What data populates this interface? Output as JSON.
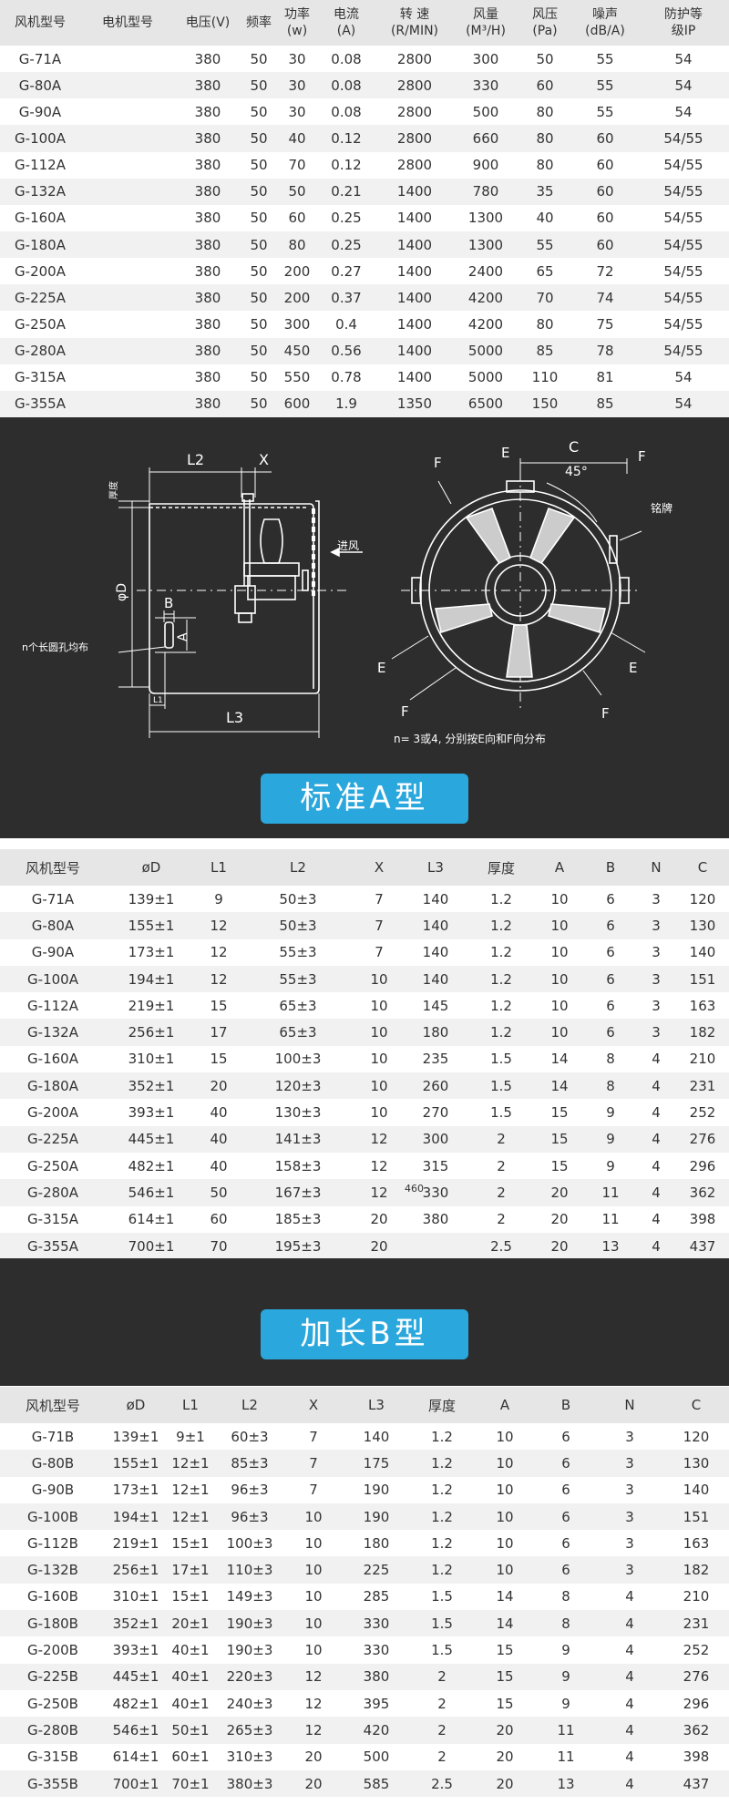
{
  "spec_table": {
    "headers": [
      [
        "风机型号",
        ""
      ],
      [
        "电机型号",
        ""
      ],
      [
        "电压(V)",
        ""
      ],
      [
        "频率",
        ""
      ],
      [
        "功率",
        "(w)"
      ],
      [
        "电流",
        "(A)"
      ],
      [
        "转 速",
        "(R/MIN)"
      ],
      [
        "风量",
        "(M³/H)"
      ],
      [
        "风压",
        "(Pa)"
      ],
      [
        "噪声",
        "(dB/A)"
      ],
      [
        "防护等",
        "级IP"
      ]
    ],
    "rows": [
      [
        "G-71A",
        "",
        "380",
        "50",
        "30",
        "0.08",
        "2800",
        "300",
        "50",
        "55",
        "54"
      ],
      [
        "G-80A",
        "",
        "380",
        "50",
        "30",
        "0.08",
        "2800",
        "330",
        "60",
        "55",
        "54"
      ],
      [
        "G-90A",
        "",
        "380",
        "50",
        "30",
        "0.08",
        "2800",
        "500",
        "80",
        "55",
        "54"
      ],
      [
        "G-100A",
        "",
        "380",
        "50",
        "40",
        "0.12",
        "2800",
        "660",
        "80",
        "60",
        "54/55"
      ],
      [
        "G-112A",
        "",
        "380",
        "50",
        "70",
        "0.12",
        "2800",
        "900",
        "80",
        "60",
        "54/55"
      ],
      [
        "G-132A",
        "",
        "380",
        "50",
        "50",
        "0.21",
        "1400",
        "780",
        "35",
        "60",
        "54/55"
      ],
      [
        "G-160A",
        "",
        "380",
        "50",
        "60",
        "0.25",
        "1400",
        "1300",
        "40",
        "60",
        "54/55"
      ],
      [
        "G-180A",
        "",
        "380",
        "50",
        "80",
        "0.25",
        "1400",
        "1300",
        "55",
        "60",
        "54/55"
      ],
      [
        "G-200A",
        "",
        "380",
        "50",
        "200",
        "0.27",
        "1400",
        "2400",
        "65",
        "72",
        "54/55"
      ],
      [
        "G-225A",
        "",
        "380",
        "50",
        "200",
        "0.37",
        "1400",
        "4200",
        "70",
        "74",
        "54/55"
      ],
      [
        "G-250A",
        "",
        "380",
        "50",
        "300",
        "0.4",
        "1400",
        "4200",
        "80",
        "75",
        "54/55"
      ],
      [
        "G-280A",
        "",
        "380",
        "50",
        "450",
        "0.56",
        "1400",
        "5000",
        "85",
        "78",
        "54/55"
      ],
      [
        "G-315A",
        "",
        "380",
        "50",
        "550",
        "0.78",
        "1400",
        "5000",
        "110",
        "81",
        "54"
      ],
      [
        "G-355A",
        "",
        "380",
        "50",
        "600",
        "1.9",
        "1350",
        "6500",
        "150",
        "85",
        "54"
      ]
    ]
  },
  "diagram": {
    "thickness": "厚度",
    "L2": "L2",
    "X": "X",
    "inlet": "进风",
    "phiD": "φD",
    "B": "B",
    "A": "A",
    "holes_note": "n个长圆孔均布",
    "L1": "L1",
    "L3": "L3",
    "E": "E",
    "C": "C",
    "F": "F",
    "angle": "45°",
    "nameplate": "铭牌",
    "dist_note": "n= 3或4,  分别按E向和F向分布"
  },
  "banner_a": "标准A型",
  "banner_b": "加长B型",
  "table_a": {
    "headers": [
      "风机型号",
      "øD",
      "L1",
      "L2",
      "X",
      "L3",
      "厚度",
      "A",
      "B",
      "N",
      "C"
    ],
    "rows": [
      [
        "G-71A",
        "139±1",
        "9",
        "50±3",
        "7",
        "140",
        "1.2",
        "10",
        "6",
        "3",
        "120"
      ],
      [
        "G-80A",
        "155±1",
        "12",
        "50±3",
        "7",
        "140",
        "1.2",
        "10",
        "6",
        "3",
        "130"
      ],
      [
        "G-90A",
        "173±1",
        "12",
        "55±3",
        "7",
        "140",
        "1.2",
        "10",
        "6",
        "3",
        "140"
      ],
      [
        "G-100A",
        "194±1",
        "12",
        "55±3",
        "10",
        "140",
        "1.2",
        "10",
        "6",
        "3",
        "151"
      ],
      [
        "G-112A",
        "219±1",
        "15",
        "65±3",
        "10",
        "145",
        "1.2",
        "10",
        "6",
        "3",
        "163"
      ],
      [
        "G-132A",
        "256±1",
        "17",
        "65±3",
        "10",
        "180",
        "1.2",
        "10",
        "6",
        "3",
        "182"
      ],
      [
        "G-160A",
        "310±1",
        "15",
        "100±3",
        "10",
        "235",
        "1.5",
        "14",
        "8",
        "4",
        "210"
      ],
      [
        "G-180A",
        "352±1",
        "20",
        "120±3",
        "10",
        "260",
        "1.5",
        "14",
        "8",
        "4",
        "231"
      ],
      [
        "G-200A",
        "393±1",
        "40",
        "130±3",
        "10",
        "270",
        "1.5",
        "15",
        "9",
        "4",
        "252"
      ],
      [
        "G-225A",
        "445±1",
        "40",
        "141±3",
        "12",
        "300",
        "2",
        "15",
        "9",
        "4",
        "276"
      ],
      [
        "G-250A",
        "482±1",
        "40",
        "158±3",
        "12",
        "315",
        "2",
        "15",
        "9",
        "4",
        "296"
      ],
      [
        "G-280A",
        "546±1",
        "50",
        "167±3",
        "12",
        "330",
        "2",
        "20",
        "11",
        "4",
        "362"
      ],
      [
        "G-315A",
        "614±1",
        "60",
        "185±3",
        "20",
        "380",
        "2",
        "20",
        "11",
        "4",
        "398"
      ],
      [
        "G-355A",
        "700±1",
        "70",
        "195±3",
        "20",
        "",
        "2.5",
        "20",
        "13",
        "4",
        "437"
      ]
    ],
    "overlay_note": "460"
  },
  "table_b": {
    "headers": [
      "风机型号",
      "øD",
      "L1",
      "L2",
      "X",
      "L3",
      "厚度",
      "A",
      "B",
      "N",
      "C"
    ],
    "rows": [
      [
        "G-71B",
        "139±1",
        "9±1",
        "60±3",
        "7",
        "140",
        "1.2",
        "10",
        "6",
        "3",
        "120"
      ],
      [
        "G-80B",
        "155±1",
        "12±1",
        "85±3",
        "7",
        "175",
        "1.2",
        "10",
        "6",
        "3",
        "130"
      ],
      [
        "G-90B",
        "173±1",
        "12±1",
        "96±3",
        "7",
        "190",
        "1.2",
        "10",
        "6",
        "3",
        "140"
      ],
      [
        "G-100B",
        "194±1",
        "12±1",
        "96±3",
        "10",
        "190",
        "1.2",
        "10",
        "6",
        "3",
        "151"
      ],
      [
        "G-112B",
        "219±1",
        "15±1",
        "100±3",
        "10",
        "180",
        "1.2",
        "10",
        "6",
        "3",
        "163"
      ],
      [
        "G-132B",
        "256±1",
        "17±1",
        "110±3",
        "10",
        "225",
        "1.2",
        "10",
        "6",
        "3",
        "182"
      ],
      [
        "G-160B",
        "310±1",
        "15±1",
        "149±3",
        "10",
        "285",
        "1.5",
        "14",
        "8",
        "4",
        "210"
      ],
      [
        "G-180B",
        "352±1",
        "20±1",
        "190±3",
        "10",
        "330",
        "1.5",
        "14",
        "8",
        "4",
        "231"
      ],
      [
        "G-200B",
        "393±1",
        "40±1",
        "190±3",
        "10",
        "330",
        "1.5",
        "15",
        "9",
        "4",
        "252"
      ],
      [
        "G-225B",
        "445±1",
        "40±1",
        "220±3",
        "12",
        "380",
        "2",
        "15",
        "9",
        "4",
        "276"
      ],
      [
        "G-250B",
        "482±1",
        "40±1",
        "240±3",
        "12",
        "395",
        "2",
        "15",
        "9",
        "4",
        "296"
      ],
      [
        "G-280B",
        "546±1",
        "50±1",
        "265±3",
        "12",
        "420",
        "2",
        "20",
        "11",
        "4",
        "362"
      ],
      [
        "G-315B",
        "614±1",
        "60±1",
        "310±3",
        "20",
        "500",
        "2",
        "20",
        "11",
        "4",
        "398"
      ],
      [
        "G-355B",
        "700±1",
        "70±1",
        "380±3",
        "20",
        "585",
        "2.5",
        "20",
        "13",
        "4",
        "437"
      ]
    ]
  }
}
